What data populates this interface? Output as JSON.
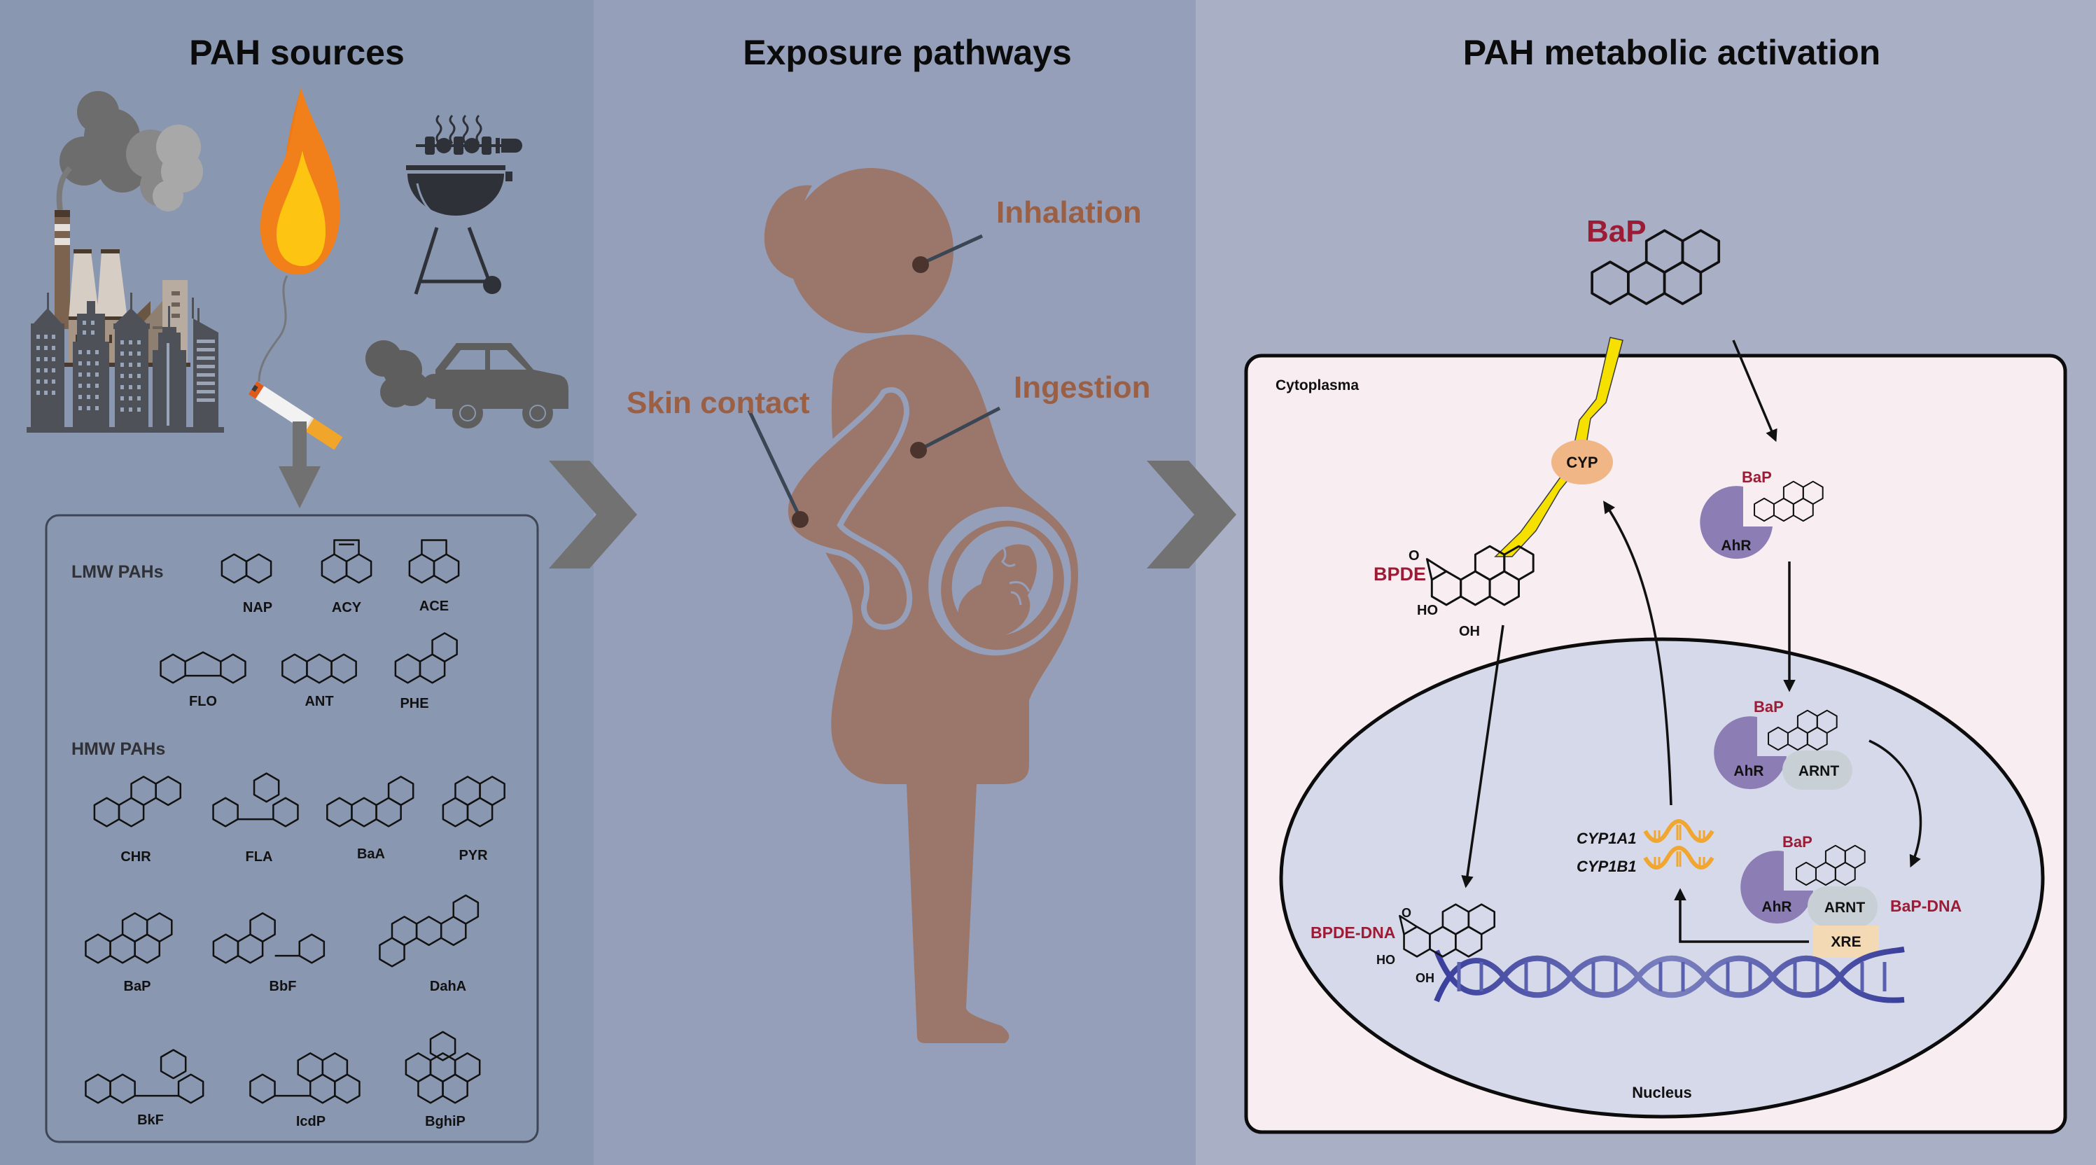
{
  "panels": {
    "sources": {
      "title": "PAH sources",
      "icons": [
        "factory-smoke-icon",
        "fire-icon",
        "grill-icon",
        "city-buildings-icon",
        "cigarette-icon",
        "car-exhaust-icon"
      ],
      "box": {
        "lmw_label": "LMW PAHs",
        "hmw_label": "HMW PAHs",
        "lmw": [
          "NAP",
          "ACY",
          "ACE",
          "FLO",
          "ANT",
          "PHE"
        ],
        "hmw": [
          "CHR",
          "FLA",
          "BaA",
          "PYR",
          "BaP",
          "BbF",
          "DahA",
          "BkF",
          "IcdP",
          "BghiP"
        ]
      }
    },
    "exposure": {
      "title": "Exposure pathways",
      "pathways": {
        "inhalation": "Inhalation",
        "ingestion": "Ingestion",
        "skin": "Skin contact"
      }
    },
    "activation": {
      "title": "PAH metabolic activation",
      "bap_top": "BaP",
      "cytoplasma": "Cytoplasma",
      "nucleus": "Nucleus",
      "cyp": "CYP",
      "bpde": "BPDE",
      "bpde_o": "O",
      "bpde_ho": "HO",
      "bpde_oh": "OH",
      "bap_ahr": "BaP",
      "ahr": "AhR",
      "bap_arnt": "BaP",
      "ahr2": "AhR",
      "arnt": "ARNT",
      "bap_xre": "BaP",
      "ahr3": "AhR",
      "arnt2": "ARNT",
      "xre": "XRE",
      "bap_dna": "BaP-DNA",
      "bpde_dna": "BPDE-DNA",
      "dna_o": "O",
      "dna_ho": "HO",
      "dna_oh": "OH",
      "genes": [
        "CYP1A1",
        "CYP1B1"
      ]
    }
  },
  "colors": {
    "panel_sources": "#8a97b0",
    "panel_exposure": "#959fba",
    "panel_activation": "#a9b0c5",
    "figure": "#9a776a",
    "pathway_text": "#9b5f44",
    "highlight_red": "#9c1c35",
    "chevron": "#727272",
    "cytoplasm": "#f8eef2",
    "nucleus": "#d6d9e9",
    "ahr": "#8c7db5",
    "arnt": "#c8d0d6",
    "xre": "#f4d9b5",
    "cyp": "#f0b686",
    "dna": "#3e44a0",
    "mrna": "#f0a630",
    "lightning": "#f5e000"
  }
}
